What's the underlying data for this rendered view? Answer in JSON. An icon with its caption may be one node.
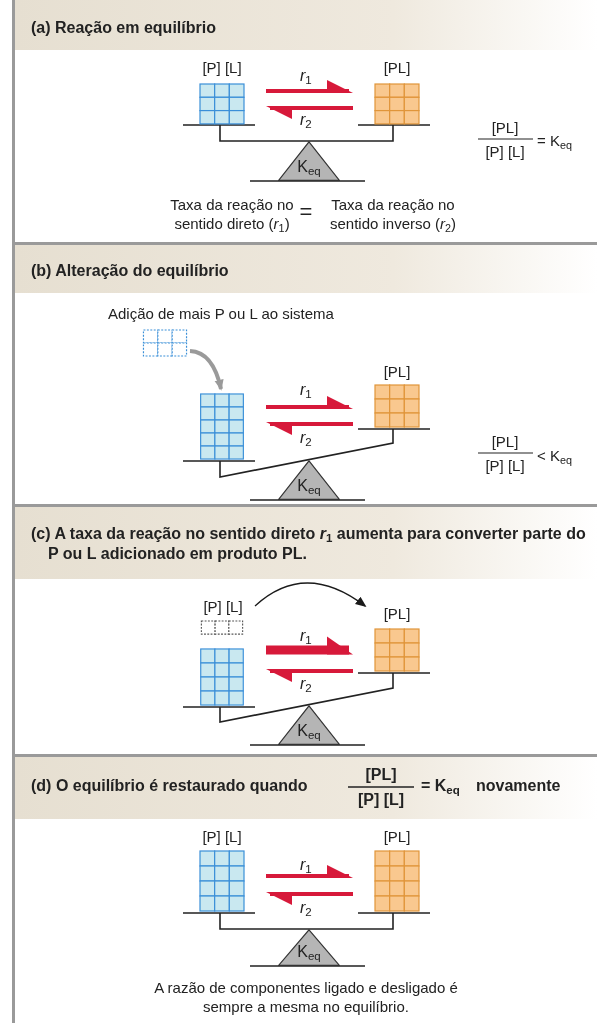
{
  "diagram": {
    "nodes": [
      {
        "text": [
          "(a) Reação em equilíbrio"
        ]
      },
      {
        "text": [
          "[P] [L]"
        ],
        "in": 0
      },
      {
        "text": [
          "[PL]"
        ],
        "in": 0
      },
      {
        "text": [
          "K$_{eq}$"
        ],
        "in": 0
      },
      {
        "text": [
          "(b) Alteração do equilíbrio"
        ]
      },
      {
        "text": [],
        "shape": "box",
        "in": 4
      },
      {
        "text": [],
        "shape": "box",
        "in": 4
      },
      {
        "text": [
          "[PL]"
        ],
        "in": 4
      },
      {
        "text": [
          "K$_{eq}$"
        ],
        "in": 4
      },
      {
        "text": [
          "(c) A taxa da reação no sentido direto *r*$_{1}$ aumenta para converter parte do P ou L adicionado em produto PL."
        ]
      },
      {
        "text": [
          "[P] [L]"
        ],
        "in": 9
      },
      {
        "text": [],
        "shape": "box",
        "in": 9
      },
      {
        "text": [],
        "shape": "box",
        "in": 9
      },
      {
        "text": [
          "[PL]"
        ],
        "in": 9
      },
      {
        "text": [
          "K$_{eq}$"
        ],
        "in": 9
      },
      {
        "text": [
          "(d) O equilíbrio é restaurado quando",
          "[PL]",
          "[P] [L]",
          "= K$_{eq}$",
          "novamente"
        ]
      },
      {
        "text": [
          "[P] [L]"
        ],
        "in": 15
      },
      {
        "text": [
          "[PL]"
        ],
        "in": 15
      },
      {
        "text": [
          "K$_{eq}$"
        ],
        "in": 15
      }
    ],
    "edges": [
      {
        "from": 1,
        "to": 2,
        "arrow": "to",
        "label": "*r*$_{1}$"
      },
      {
        "from": 2,
        "to": 1,
        "arrow": "to",
        "label": "*r*$_{2}$"
      },
      {
        "from": 5,
        "to": 6,
        "arrow": "to",
        "color": "#9a9a9a"
      },
      {
        "from": 6,
        "to": 7,
        "arrow": "to",
        "label": "*r*$_{1}$"
      },
      {
        "from": 7,
        "to": 6,
        "arrow": "to",
        "label": "*r*$_{2}$"
      },
      {
        "from": 10,
        "to": 13,
        "arrow": "to",
        "color": "#1a1a1a"
      },
      {
        "from": 12,
        "to": 13,
        "arrow": "to",
        "label": "*r*$_{1}$",
        "style": "thick"
      },
      {
        "from": 13,
        "to": 12,
        "arrow": "to",
        "label": "*r*$_{2}$"
      },
      {
        "from": 16,
        "to": 17,
        "arrow": "to",
        "label": "*r*$_{1}$"
      },
      {
        "from": 17,
        "to": 16,
        "arrow": "to",
        "label": "*r*$_{2}$"
      }
    ],
    "labels": [
      "[PL]",
      "[P] [L]",
      "= K$_{eq}$",
      "Taxa da reação no sentido direto (*r*$_{1}$)",
      "=",
      "Taxa da reação no sentido inverso (*r*$_{2}$)",
      "Adição de mais P ou L ao sistema",
      "[PL]",
      "[P] [L]",
      "< K$_{eq}$",
      "A razão de componentes ligado e desligado é sempre a mesma no equilíbrio."
    ]
  }
}
